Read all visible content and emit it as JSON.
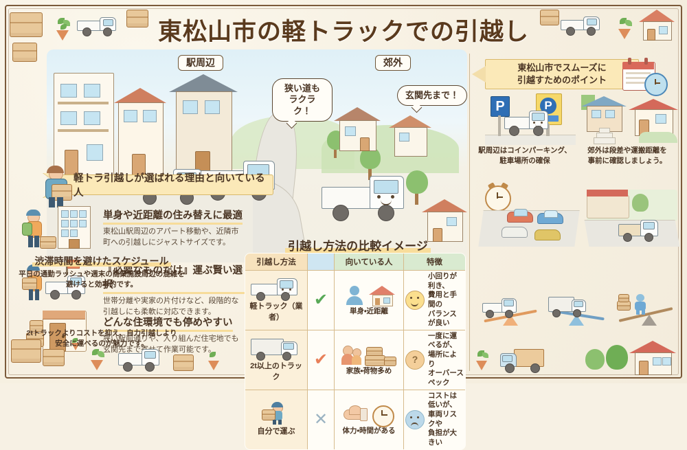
{
  "page": {
    "title": "東松山市の軽トラックでの引越し",
    "bg_color": "#f7f1e4",
    "frame_color": "#7b5a3a",
    "accent_yellow": "#f8dd9b",
    "accent_brown": "#4a3524"
  },
  "scene": {
    "label_left": "駅周辺",
    "label_right": "郊外",
    "bubble_left": "狭い道も\nラクラク！",
    "bubble_left_line1": "狭い道も",
    "bubble_left_line2": "ラクラク！",
    "bubble_right": "玄関先まで！"
  },
  "left_section": {
    "ribbon_label": "軽トラ引越しが選ばれる理由と向いている人",
    "features": [
      {
        "heading": "単身や近距離の住み替えに最適",
        "body_line1": "東松山駅周辺のアパート移動や、近隣市",
        "body_line2": "町への引越しにジャストサイズです。",
        "icon": "person-with-backpack-and-building-icon"
      },
      {
        "heading": "『必要なものだけ』運ぶ賢い選択",
        "body_line1": "世帯分離や実家の片付けなど、段階的な",
        "body_line2": "引越しにも柔軟に対応できます。",
        "icon": "person-carrying-box-with-truck-icon"
      },
      {
        "heading": "どんな住環境でも停めやすい",
        "body_line1": "狭い駅前通りや、入り組んだ住宅地でも",
        "body_line2": "玄関先まで寄せて作業可能です。",
        "icon": "entrance-doorway-icon"
      }
    ]
  },
  "table": {
    "title": "引越し方法の比較イメージ",
    "headers": [
      "引越し方法",
      "",
      "向いている人",
      "特徴"
    ],
    "rows": [
      {
        "method": "軽トラック（業者）",
        "method_icon": "kei-truck-icon",
        "mark": "✔",
        "mark_kind": "check-green",
        "mark_color": "#59a957",
        "who": "単身・近距離",
        "who_icon": "person-and-house-icon",
        "face": "smile",
        "feature_line1": "小回りが利き、",
        "feature_line2": "費用と手間の",
        "feature_line3": "バランスが良い"
      },
      {
        "method": "2t以上のトラック",
        "method_icon": "two-ton-truck-icon",
        "mark": "✔",
        "mark_kind": "check-orange",
        "mark_color": "#e8805a",
        "who": "家族・荷物多め",
        "who_icon": "family-and-boxes-icon",
        "face": "question",
        "feature_line1": "一度に運べるが、",
        "feature_line2": "場所により",
        "feature_line3": "オーバースペック"
      },
      {
        "method": "自分で運ぶ",
        "method_icon": "person-carrying-box-icon",
        "mark": "✕",
        "mark_kind": "cross-gray",
        "mark_color": "#9bb3c2",
        "who": "体力・時間がある",
        "who_icon": "muscle-and-clock-icon",
        "face": "sad",
        "feature_line1": "コストは低いが、",
        "feature_line2": "車両リスクや",
        "feature_line3": "負担が大きい"
      }
    ]
  },
  "right_section": {
    "banner_line1": "東松山市でスムーズに",
    "banner_line2": "引越すためのポイント",
    "banner_icon": "calendar-clock-icon",
    "tips": [
      {
        "caption_line1": "駅周辺はコインパーキング、",
        "caption_line2": "駐車場所の確保",
        "icon": "parking-sign-with-truck-icon"
      },
      {
        "caption_line1": "郊外は段差や運搬距離を",
        "caption_line2": "事前に確認しましょう。",
        "icon": "houses-with-steps-icon"
      }
    ],
    "schedule": {
      "heading": "渋滞時間を避けたスケジュール",
      "body_line1": "平日の通勤ラッシュや週末の商業施設周辺の混雑を",
      "body_line2": "避けると効率的です。",
      "icon": "traffic-jam-icon"
    },
    "cost": {
      "body_line1": "2tトラックよりコストを抑え、自力引越しより",
      "body_line2": "安全に運べるのが魅力です。",
      "icon": "seesaw-comparison-icon"
    }
  }
}
